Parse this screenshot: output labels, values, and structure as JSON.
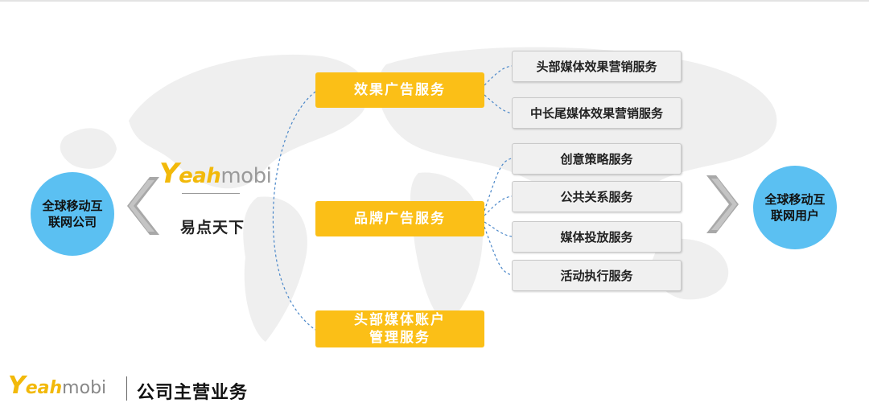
{
  "left_circle": {
    "line1": "全球移动互",
    "line2": "联网公司"
  },
  "right_circle": {
    "line1": "全球移动互",
    "line2": "联网用户"
  },
  "brand": {
    "logo_y": "Y",
    "logo_eah": "eah",
    "logo_mobi": "mobi",
    "slogan": "易点天下"
  },
  "categories": [
    {
      "label": "效果广告服务",
      "line2": ""
    },
    {
      "label": "品牌广告服务",
      "line2": ""
    },
    {
      "label": "头部媒体账户",
      "line2": "管理服务"
    }
  ],
  "services": [
    "头部媒体效果营销服务",
    "中长尾媒体效果营销服务",
    "创意策略服务",
    "公共关系服务",
    "媒体投放服务",
    "活动执行服务"
  ],
  "footer": {
    "logo_y": "Y",
    "logo_eah": "eah",
    "logo_mobi": "mobi",
    "title": "公司主营业务"
  },
  "colors": {
    "accent_yellow": "#fbbf17",
    "circle_blue": "#5bc0f2",
    "chevron_gray": "#a8a8a8"
  }
}
